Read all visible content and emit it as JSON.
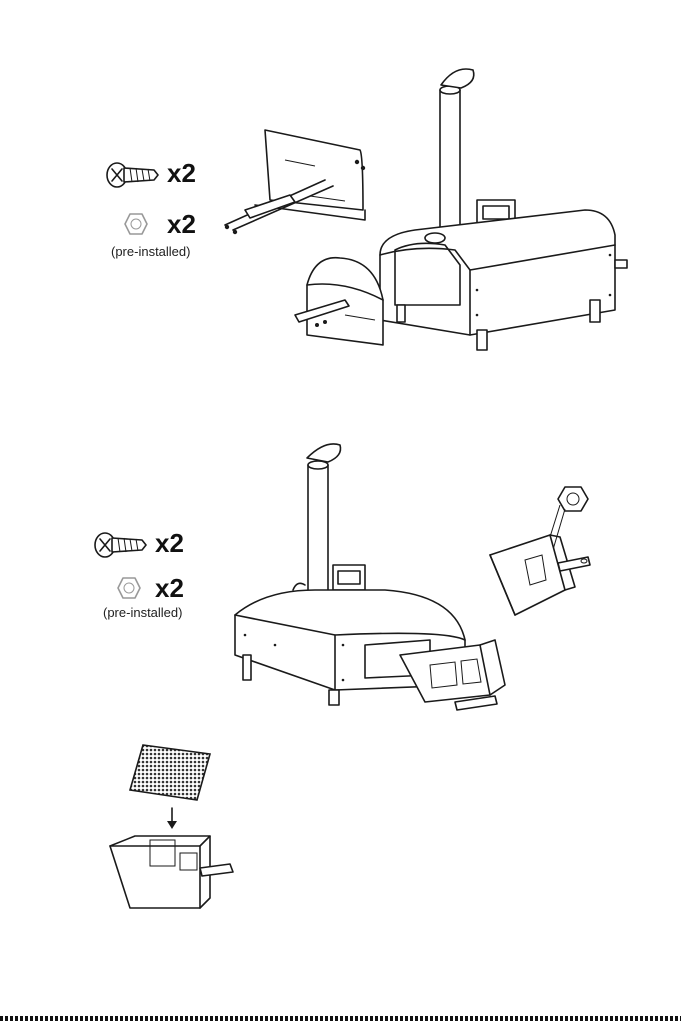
{
  "steps": [
    {
      "screw_qty": "x2",
      "nut_qty": "x2",
      "nut_note": "(pre-installed)"
    },
    {
      "screw_qty": "x2",
      "nut_qty": "x2",
      "nut_note": "(pre-installed)"
    }
  ],
  "icons": {
    "screw": "screw-icon",
    "nut": "hex-nut-icon"
  }
}
